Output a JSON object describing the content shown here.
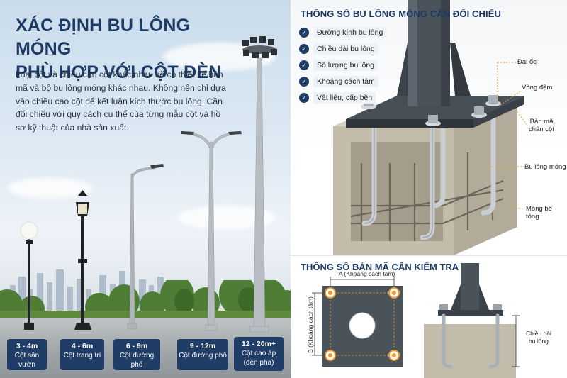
{
  "left": {
    "title_line1": "XÁC ĐỊNH BU LÔNG MÓNG",
    "title_line2": "PHÙ HỢP VỚI CỘT ĐÈN",
    "description": "Loại cột và chiều cao cột khác nhau sẽ có thiết kế bản mã và bộ bu lông móng khác nhau. Không nên chỉ dựa vào chiều cao cột để kết luận kích thước bu lông. Cần đối chiếu với quy cách cụ thể của từng mẫu cột và hồ sơ kỹ thuật của nhà sản xuất.",
    "poles": [
      {
        "height": "3 - 4m",
        "name": "Cột sân vườn"
      },
      {
        "height": "4 - 6m",
        "name": "Cột trang trí"
      },
      {
        "height": "6 - 9m",
        "name": "Cột đường phố"
      },
      {
        "height": "9 - 12m",
        "name": "Cột đường phố"
      },
      {
        "height": "12 - 20m+",
        "name": "Cột cao áp",
        "extra": "(đèn pha)"
      }
    ]
  },
  "right_top": {
    "title": "THÔNG SỐ BU LÔNG MÓNG CẦN ĐỐI CHIẾU",
    "checklist": [
      "Đường kính bu lông",
      "Chiều dài bu lông",
      "Số lượng bu lông",
      "Khoảng cách tâm",
      "Vật liệu, cấp bền"
    ],
    "callouts": {
      "nut": "Đai ốc",
      "washer": "Vòng đệm",
      "base_plate_1": "Bản mã",
      "base_plate_2": "chân cột",
      "anchor_bolt": "Bu lông móng",
      "foundation": "Móng bê tông"
    }
  },
  "right_bottom": {
    "title": "THÔNG SỐ BẢN MÃ CẦN KIỂM TRA",
    "dim_a": "A (Khoảng cách tâm)",
    "dim_b": "B (Khoảng cách tâm)",
    "bolt_length_1": "Chiều dài",
    "bolt_length_2": "bu lông"
  },
  "colors": {
    "navy": "#1f3d66",
    "title_blue": "#1c3a63",
    "orange_hole": "#f29a2e",
    "concrete": "#c4bcab",
    "steel": "#3e454d"
  }
}
